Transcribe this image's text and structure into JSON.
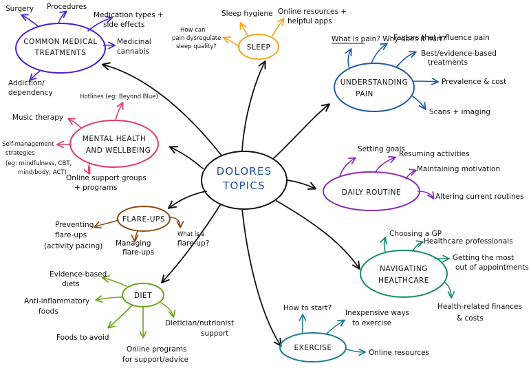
{
  "colors": {
    "black": "#111111",
    "center": "#1c4f9c",
    "medical": "#4a1fd6",
    "sleep": "#f2a61d",
    "pain": "#1d5aa6",
    "mental": "#e23b6b",
    "routine": "#8a2bb8",
    "flare": "#8b4a16",
    "healthcare": "#1a8b6d",
    "diet": "#6aa51e",
    "exercise": "#1e7f98"
  },
  "center": {
    "line1": "DOLORES",
    "line2": "TOPICS"
  },
  "nodes": {
    "medical": {
      "line1": "COMMON MEDICAL",
      "line2": "TREATMENTS",
      "leaves": [
        "Surgery",
        "Procedures",
        "Medication types +",
        "side effects",
        "Medicinal",
        "cannabis",
        "Addiction/",
        "dependency"
      ]
    },
    "sleep": {
      "line1": "SLEEP",
      "leaves": [
        "Sleep hygiene",
        "Online resources +",
        "helpful apps",
        "How can",
        "pain dysregulate",
        "sleep quality?"
      ]
    },
    "pain": {
      "line1": "UNDERSTANDING",
      "line2": "PAIN",
      "leaves": [
        "What is pain? Why does it hurt?",
        "Factors that influence pain",
        "Best/evidence-based",
        "treatments",
        "Prevalence & cost",
        "Scans + imaging"
      ]
    },
    "mental": {
      "line1": "MENTAL HEALTH",
      "line2": "AND WELLBEING",
      "leaves": [
        "Hotlines (eg: Beyond Blue)",
        "Music therapy",
        "Self-management",
        "strategies",
        "(eg: mindfulness, CBT,",
        "mind/body, ACT)",
        "Online support groups",
        "+ programs"
      ]
    },
    "routine": {
      "line1": "DAILY ROUTINE",
      "leaves": [
        "Setting goals",
        "Resuming activities",
        "Maintaining motivation",
        "Altering current routines"
      ]
    },
    "flare": {
      "line1": "FLARE-UPS",
      "leaves": [
        "Preventing",
        "flare-ups",
        "(activity pacing)",
        "Managing",
        "flare-ups",
        "What is a",
        "flare-up?"
      ]
    },
    "healthcare": {
      "line1": "NAVIGATING",
      "line2": "HEALTHCARE",
      "leaves": [
        "Choosing a GP",
        "Healthcare professionals",
        "Getting the most",
        "out of appointments",
        "Health-related finances",
        "& costs"
      ]
    },
    "diet": {
      "line1": "DIET",
      "leaves": [
        "Evidence-based",
        "diets",
        "Anti-inflammatory",
        "foods",
        "Foods to avoid",
        "Online programs",
        "for support/advice",
        "Dietician/nutrionist",
        "support"
      ]
    },
    "exercise": {
      "line1": "EXERCISE",
      "leaves": [
        "How to start?",
        "Inexpensive ways",
        "to exercise",
        "Online resources"
      ]
    }
  }
}
